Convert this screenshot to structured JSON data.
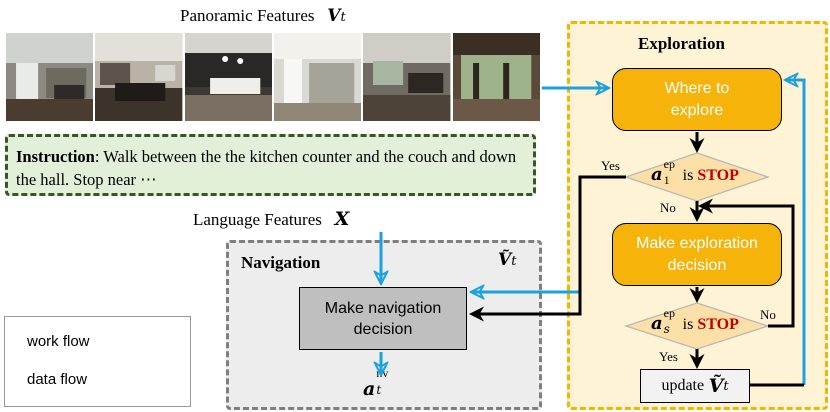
{
  "panorama": {
    "title": "Panoramic Features",
    "symbol": "V",
    "subscript": "t",
    "images": [
      {
        "name": "pano-view-1"
      },
      {
        "name": "pano-view-2"
      },
      {
        "name": "pano-view-3"
      },
      {
        "name": "pano-view-4"
      },
      {
        "name": "pano-view-5"
      },
      {
        "name": "pano-view-6"
      }
    ]
  },
  "instruction": {
    "label": "Instruction",
    "text": ": Walk between the the kitchen counter and the couch and down the hall. Stop near ⋯"
  },
  "language": {
    "title": "Language Features",
    "symbol": "X"
  },
  "navigation": {
    "title": "Navigation",
    "symbol": "Ṽ",
    "subscript": "t",
    "decision_line1": "Make navigation",
    "decision_line2": "decision",
    "output_symbol": "a",
    "output_sub": "t",
    "output_sup": "nv"
  },
  "exploration": {
    "title": "Exploration",
    "where_line1": "Where to",
    "where_line2": "explore",
    "diamond1": {
      "symbol": "a",
      "sub": "1",
      "sup": "ep",
      "text": "is",
      "stop": "STOP"
    },
    "make_line1": "Make exploration",
    "make_line2": "decision",
    "diamond2": {
      "symbol": "a",
      "sub": "s",
      "sup": "ep",
      "text": "is",
      "stop": "STOP"
    },
    "update_text": "update",
    "update_symbol": "Ṽ",
    "update_sub": "t",
    "yes1": "Yes",
    "no1": "No",
    "no2": "No",
    "yes2": "Yes"
  },
  "legend": {
    "work_flow": "work flow",
    "data_flow": "data flow"
  },
  "colors": {
    "data_flow": "#1ba1e2",
    "work_flow": "#000000",
    "exploration_bg": "#fff3d6",
    "navigation_bg": "#ededed",
    "instruction_bg": "#e2efd9"
  }
}
